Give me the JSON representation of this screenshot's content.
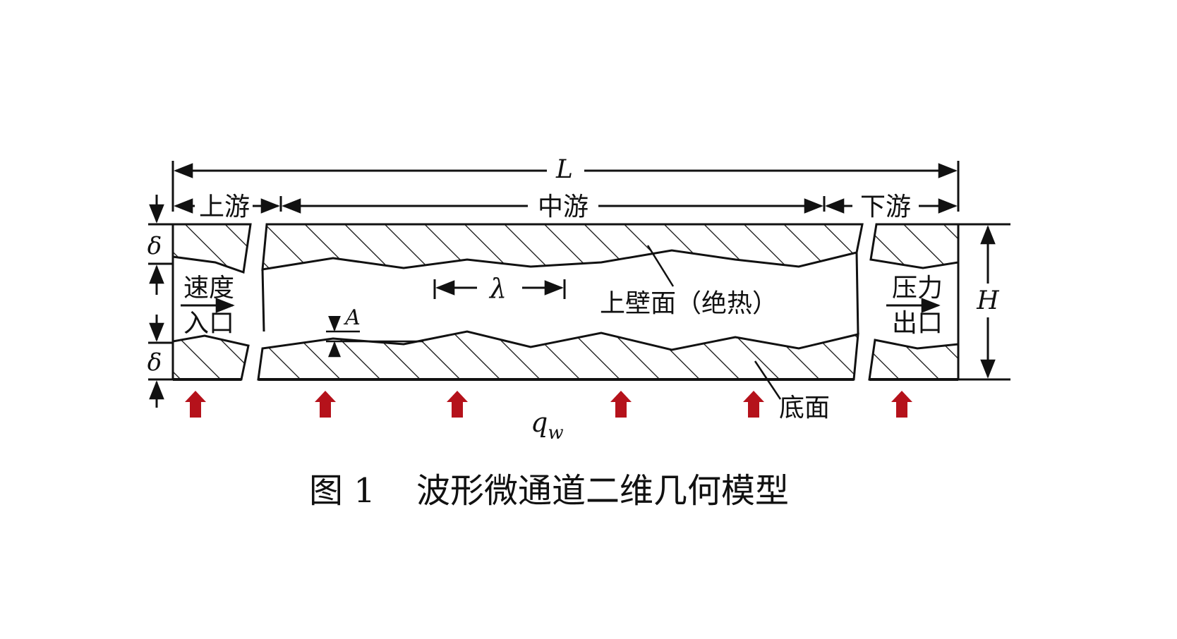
{
  "diagram": {
    "total_length_label": "L",
    "segment_labels": {
      "upstream": "上游",
      "midstream": "中游",
      "downstream": "下游"
    },
    "wall_thickness_label": "δ",
    "height_label": "H",
    "wavelength_label": "λ",
    "amplitude_label": "A",
    "inlet_label_line1": "速度",
    "inlet_label_line2": "入口",
    "outlet_label_line1": "压力",
    "outlet_label_line2": "出口",
    "top_wall_label": "上壁面（绝热）",
    "bottom_surface_label": "底面",
    "heat_flux_label_main": "q",
    "heat_flux_label_sub": "w",
    "heat_flux_arrow_color": "#b5121b",
    "line_color": "#111111"
  },
  "caption": {
    "number": "图 1",
    "text": "波形微通道二维几何模型"
  }
}
